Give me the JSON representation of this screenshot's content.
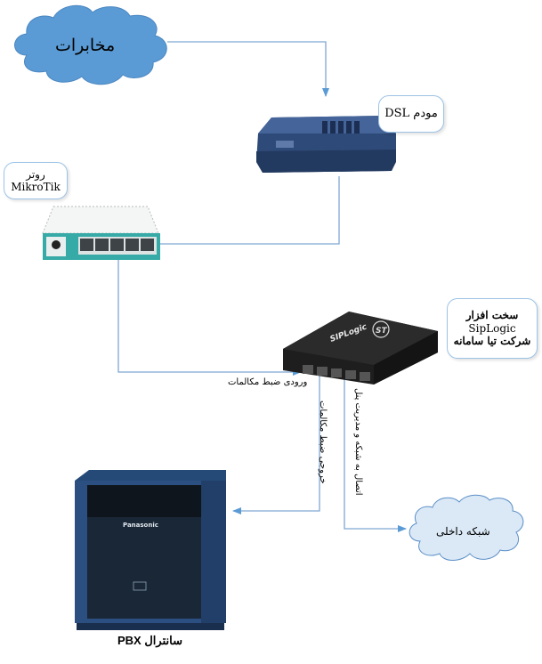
{
  "diagram": {
    "nodes": {
      "telecom": {
        "label": "مخابرات",
        "shape": "cloud",
        "color": "#5b9bd5"
      },
      "dsl_modem": {
        "label": "مودم DSL",
        "device": "DSL modem"
      },
      "router": {
        "label_line1": "روتر",
        "label_line2": "MikroTik",
        "device": "MikroTik router",
        "brand_color": "#2fa9a3"
      },
      "siplogic": {
        "label_line1": "سخت افزار",
        "label_line2": "SipLogic",
        "label_line3": "شرکت تیا سامانه",
        "device": "SipLogic hardware",
        "logo_text": "SIPLogic"
      },
      "pbx": {
        "label": "سانترال PBX",
        "device": "Panasonic PBX",
        "brand_text": "Panasonic"
      },
      "lan": {
        "label": "شبکه داخلی",
        "shape": "cloud",
        "color": "#dbe9f6"
      }
    },
    "connections": [
      {
        "from": "telecom",
        "to": "dsl_modem"
      },
      {
        "from": "dsl_modem",
        "to": "router"
      },
      {
        "from": "router",
        "to": "siplogic",
        "label": "ورودی ضبط مکالمات"
      },
      {
        "from": "siplogic",
        "to": "pbx",
        "label": "خروجی ضبط مکالمات"
      },
      {
        "from": "siplogic",
        "to": "lan",
        "label": "اتصال به شبکه و مدیریت پنل"
      }
    ],
    "line_color": "#5b8fc7"
  }
}
